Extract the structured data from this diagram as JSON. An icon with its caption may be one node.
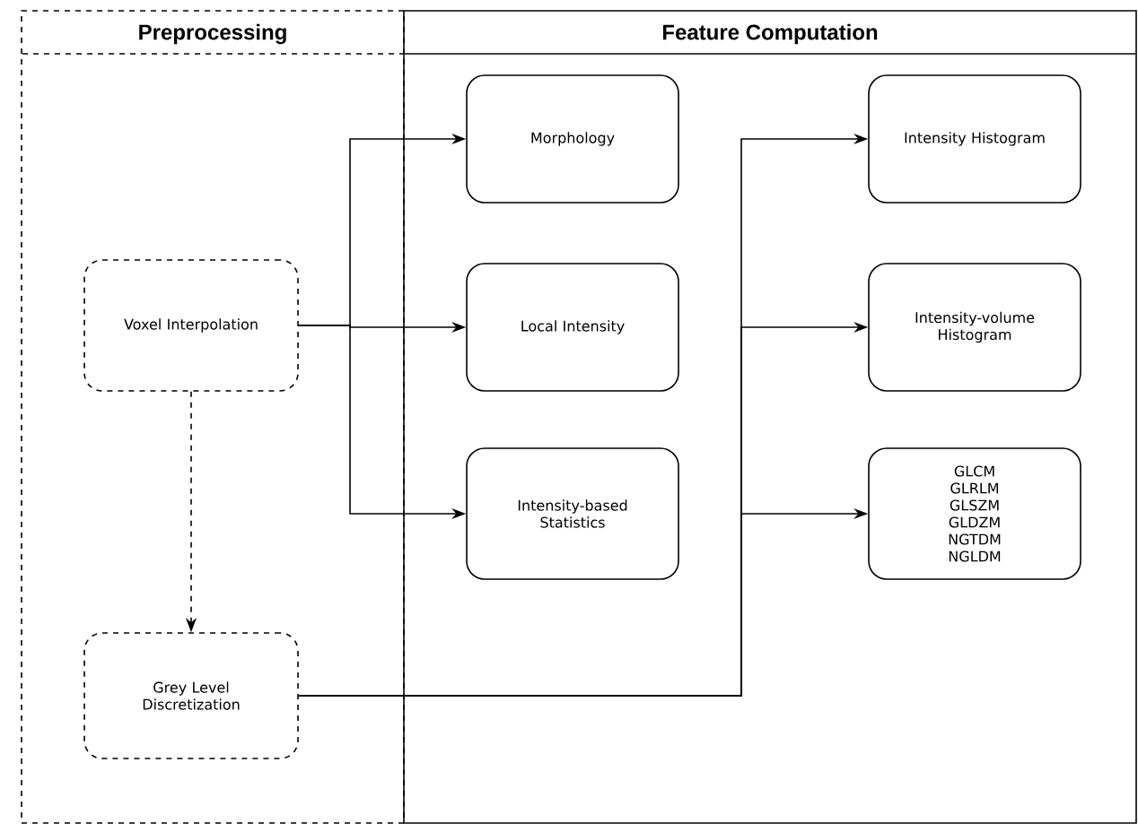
{
  "diagram": {
    "nodes": [
      {
        "text": [
          "Preprocessing"
        ]
      },
      {
        "text": [
          "Feature Computation"
        ]
      },
      {
        "text": [
          "Voxel Interpolation"
        ],
        "in": 0
      },
      {
        "text": [
          "Grey Level Discretization"
        ],
        "in": 0
      },
      {
        "text": [
          "Morphology"
        ],
        "in": 1
      },
      {
        "text": [
          "Local Intensity"
        ],
        "in": 1
      },
      {
        "text": [
          "Intensity-based Statistics"
        ],
        "in": 1
      },
      {
        "text": [
          "Intensity Histogram"
        ],
        "in": 1
      },
      {
        "text": [
          "Intensity-volume Histogram"
        ],
        "in": 1
      },
      {
        "text": [
          "GLCM",
          "GLRLM",
          "GLSZM",
          "GLDZM",
          "NGTDM",
          "NGLDM"
        ],
        "in": 1
      }
    ],
    "edges": [
      {
        "from": 2,
        "to": 4,
        "arrow": "to"
      },
      {
        "from": 2,
        "to": 5,
        "arrow": "to"
      },
      {
        "from": 2,
        "to": 6,
        "arrow": "to"
      },
      {
        "from": 2,
        "to": 3,
        "arrow": "to",
        "style": "dashed"
      },
      {
        "from": 3,
        "to": 7,
        "arrow": "to"
      },
      {
        "from": 3,
        "to": 8,
        "arrow": "to"
      },
      {
        "from": 3,
        "to": 9,
        "arrow": "to"
      }
    ]
  }
}
